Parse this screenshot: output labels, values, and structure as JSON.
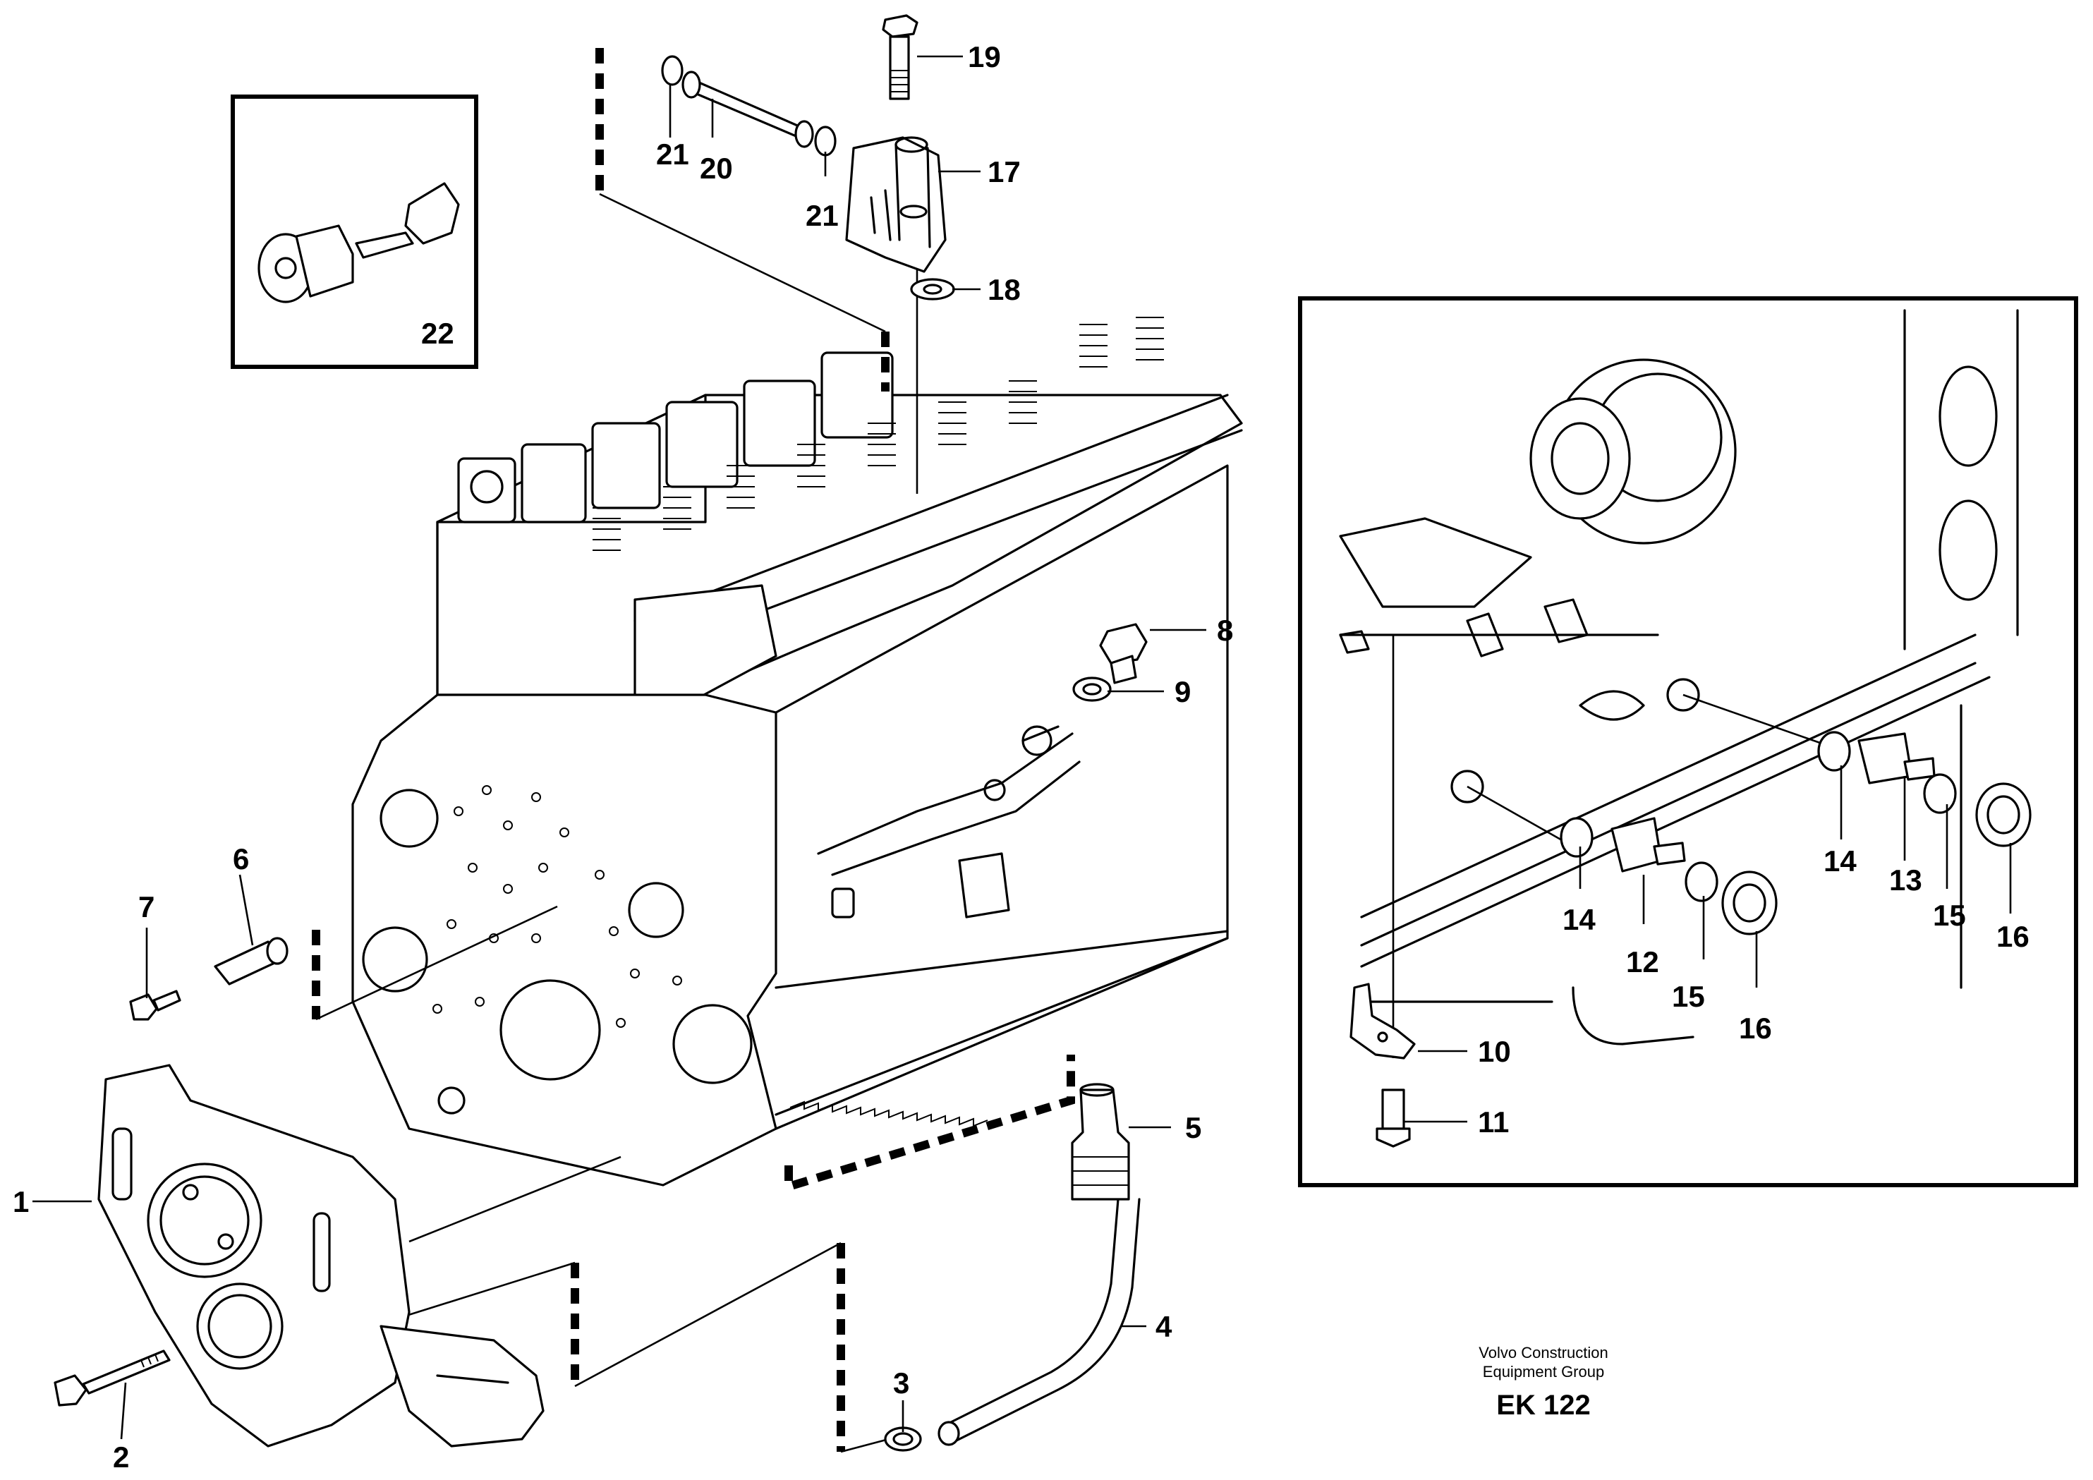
{
  "callouts": {
    "c1": "1",
    "c2": "2",
    "c3": "3",
    "c4": "4",
    "c5": "5",
    "c6": "6",
    "c7": "7",
    "c8": "8",
    "c9": "9",
    "c10": "10",
    "c11": "11",
    "c12": "12",
    "c13": "13",
    "c14a": "14",
    "c14b": "14",
    "c15a": "15",
    "c15b": "15",
    "c15c": "15",
    "c16a": "16",
    "c16b": "16",
    "c17": "17",
    "c18": "18",
    "c19": "19",
    "c20": "20",
    "c21a": "21",
    "c21b": "21",
    "c22": "22"
  },
  "footer": {
    "brand_line1": "Volvo Construction",
    "brand_line2": "Equipment Group",
    "code": "EK 122"
  }
}
